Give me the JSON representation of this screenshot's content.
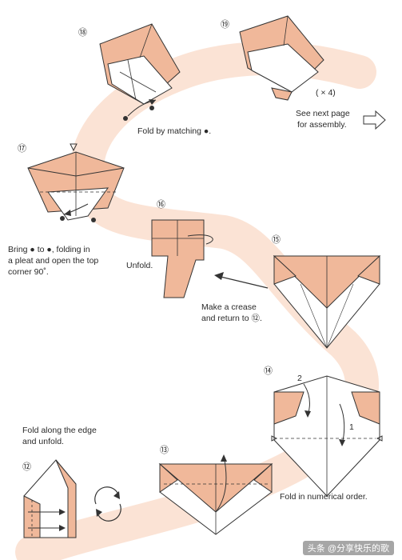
{
  "colors": {
    "paper_color": "#f0b89a",
    "paper_white": "#ffffff",
    "swirl": "#fbe3d5",
    "line": "#333333"
  },
  "steps": {
    "s18": {
      "number": "⑱",
      "caption": "Fold by matching ●."
    },
    "s19": {
      "number": "⑲",
      "count": "( × 4)",
      "note_line1": "See next page",
      "note_line2": "for assembly."
    },
    "s17": {
      "number": "⑰",
      "caption_line1": "Bring ● to ●, folding in",
      "caption_line2": "a pleat and open the top",
      "caption_line3": "corner 90˚."
    },
    "s16": {
      "number": "⑯",
      "caption": "Unfold."
    },
    "s15": {
      "number": "⑮",
      "caption_line1": "Make a crease",
      "caption_line2": "and return to ⑫."
    },
    "s14": {
      "number": "⑭",
      "arrow_1": "1",
      "arrow_2": "2",
      "caption": "Fold in numerical order."
    },
    "s13": {
      "number": "⑬"
    },
    "s12": {
      "number": "⑫",
      "caption_line1": "Fold along the edge",
      "caption_line2": "and unfold."
    }
  },
  "watermark": "头条 @分享快乐的歌"
}
